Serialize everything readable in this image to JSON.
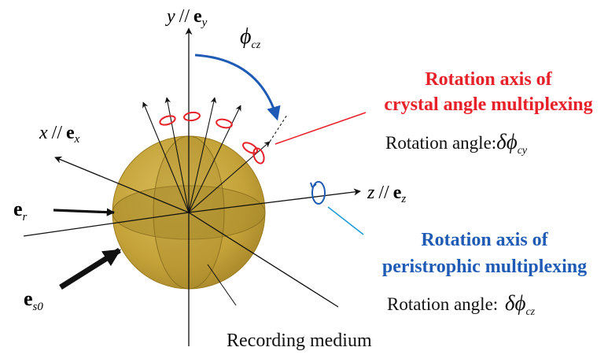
{
  "axes": {
    "y_label": "y",
    "y_sep": "//",
    "y_vec": "e",
    "y_sub": "y",
    "x_label": "x",
    "x_sep": "//",
    "x_vec": "e",
    "x_sub": "x",
    "z_label": "z",
    "z_sep": "//",
    "z_vec": "e",
    "z_sub": "z"
  },
  "vectors": {
    "er_vec": "e",
    "er_sub": "r",
    "es0_vec": "e",
    "es0_sub": "s0"
  },
  "angle": {
    "phi": "ϕ",
    "phi_sub": "cz"
  },
  "crystal": {
    "title_line1": "Rotation axis of",
    "title_line2": "crystal angle multiplexing",
    "angle_prefix": "Rotation angle:",
    "angle_symbol": "δϕ",
    "angle_sub": "cy"
  },
  "peristrophic": {
    "title_line1": "Rotation axis of",
    "title_line2": "peristrophic multiplexing",
    "angle_prefix": "Rotation angle: ",
    "angle_symbol": "δϕ",
    "angle_sub": "cz"
  },
  "medium": {
    "label": "Recording medium"
  },
  "colors": {
    "crystal_red": "#e8202a",
    "peristrophic_blue": "#1f5bb5",
    "sphere_fill": "#c9a73c",
    "sphere_dark": "#a98a2a",
    "axis": "#111111"
  }
}
